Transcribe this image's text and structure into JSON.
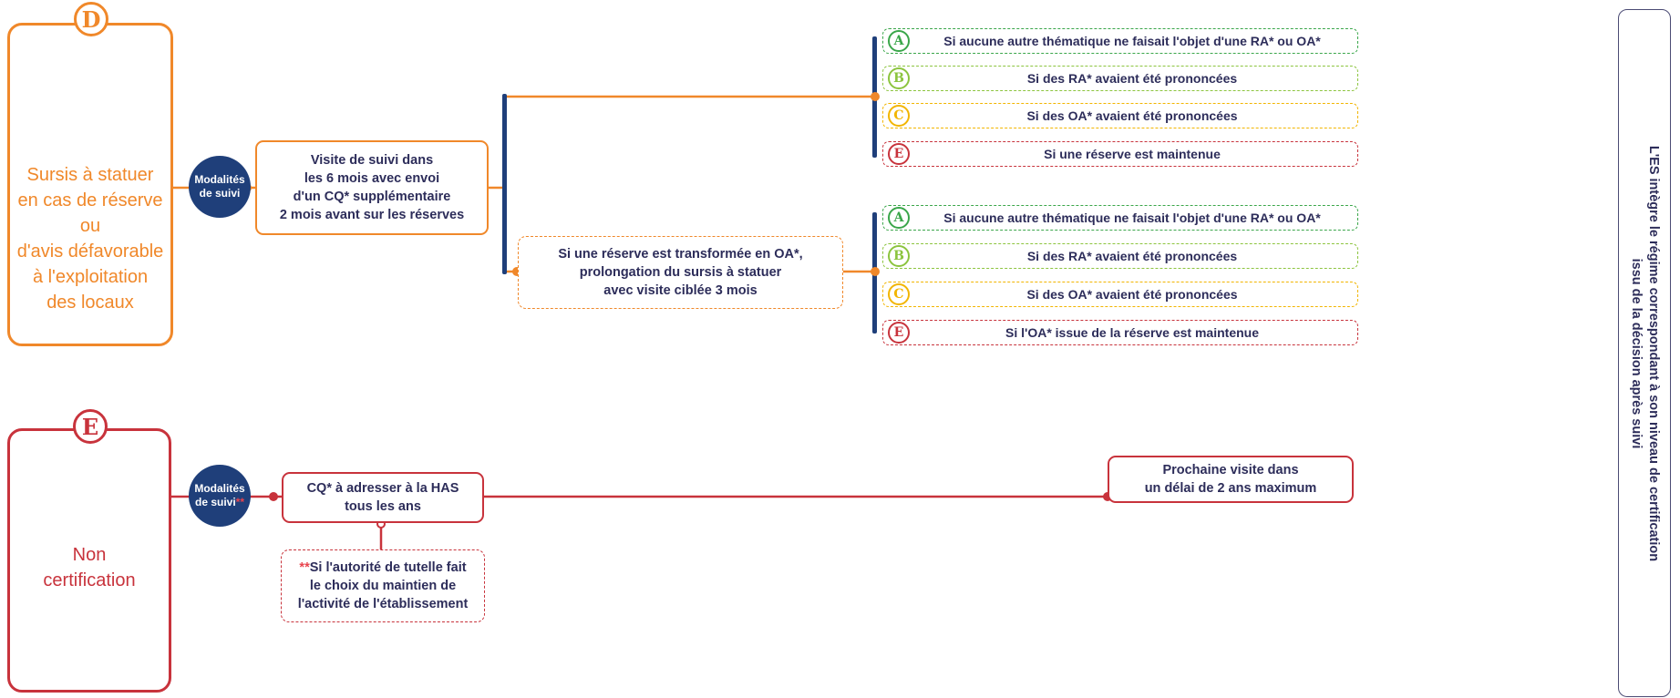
{
  "colors": {
    "orange": "#f0882a",
    "red": "#c8333c",
    "navy": "#1f3f7a",
    "green": "#3aa64a",
    "lightgreen": "#8cc43e",
    "yellow": "#f2b500",
    "darkred": "#c8333c",
    "text": "#2d2d5a"
  },
  "level_d": {
    "letter": "D",
    "lines": [
      "Sursis à statuer",
      "en cas de réserve ou",
      "d'avis défavorable",
      "à l'exploitation",
      "des locaux"
    ],
    "badge": [
      "Modalités",
      "de suivi"
    ],
    "visit": [
      "Visite de suivi dans",
      "les 6 mois avec envoi",
      "d'un CQ* supplémentaire",
      "2 mois avant sur les réserves"
    ],
    "prolongation": [
      "Si une réserve est transformée en OA*,",
      "prolongation du sursis à statuer",
      "avec visite ciblée 3 mois"
    ],
    "outcomes_top": [
      {
        "letter": "A",
        "text": "Si aucune autre thématique ne faisait l'objet d'une RA* ou OA*",
        "icon": "letter-a-icon"
      },
      {
        "letter": "B",
        "text": "Si des RA* avaient été prononcées",
        "icon": "letter-b-icon"
      },
      {
        "letter": "C",
        "text": "Si des OA* avaient été prononcées",
        "icon": "letter-c-icon"
      },
      {
        "letter": "E",
        "text": "Si une réserve est maintenue",
        "icon": "letter-e-icon"
      }
    ],
    "outcomes_bottom": [
      {
        "letter": "A",
        "text": "Si aucune autre thématique ne faisait l'objet d'une RA* ou OA*",
        "icon": "letter-a-icon"
      },
      {
        "letter": "B",
        "text": "Si des RA* avaient été prononcées",
        "icon": "letter-b-icon"
      },
      {
        "letter": "C",
        "text": "Si des OA* avaient été prononcées",
        "icon": "letter-c-icon"
      },
      {
        "letter": "E",
        "text": "Si l'OA* issue de la réserve est maintenue",
        "icon": "letter-e-icon"
      }
    ]
  },
  "level_e": {
    "letter": "E",
    "lines": [
      "Non",
      "certification"
    ],
    "badge": [
      "Modalités",
      "de suivi"
    ],
    "badge_mark": "**",
    "cq": [
      "CQ* à adresser à la HAS",
      "tous les ans"
    ],
    "note": [
      "Si l'autorité de tutelle fait",
      "le choix du maintien de",
      "l'activité de l'établissement"
    ],
    "note_mark": "**",
    "next": [
      "Prochaine visite dans",
      "un délai de 2 ans maximum"
    ]
  },
  "side_panel": {
    "lines": [
      "L'ES intègre le régime correspondant à son niveau de certification",
      "issu de la décision après suivi"
    ]
  }
}
